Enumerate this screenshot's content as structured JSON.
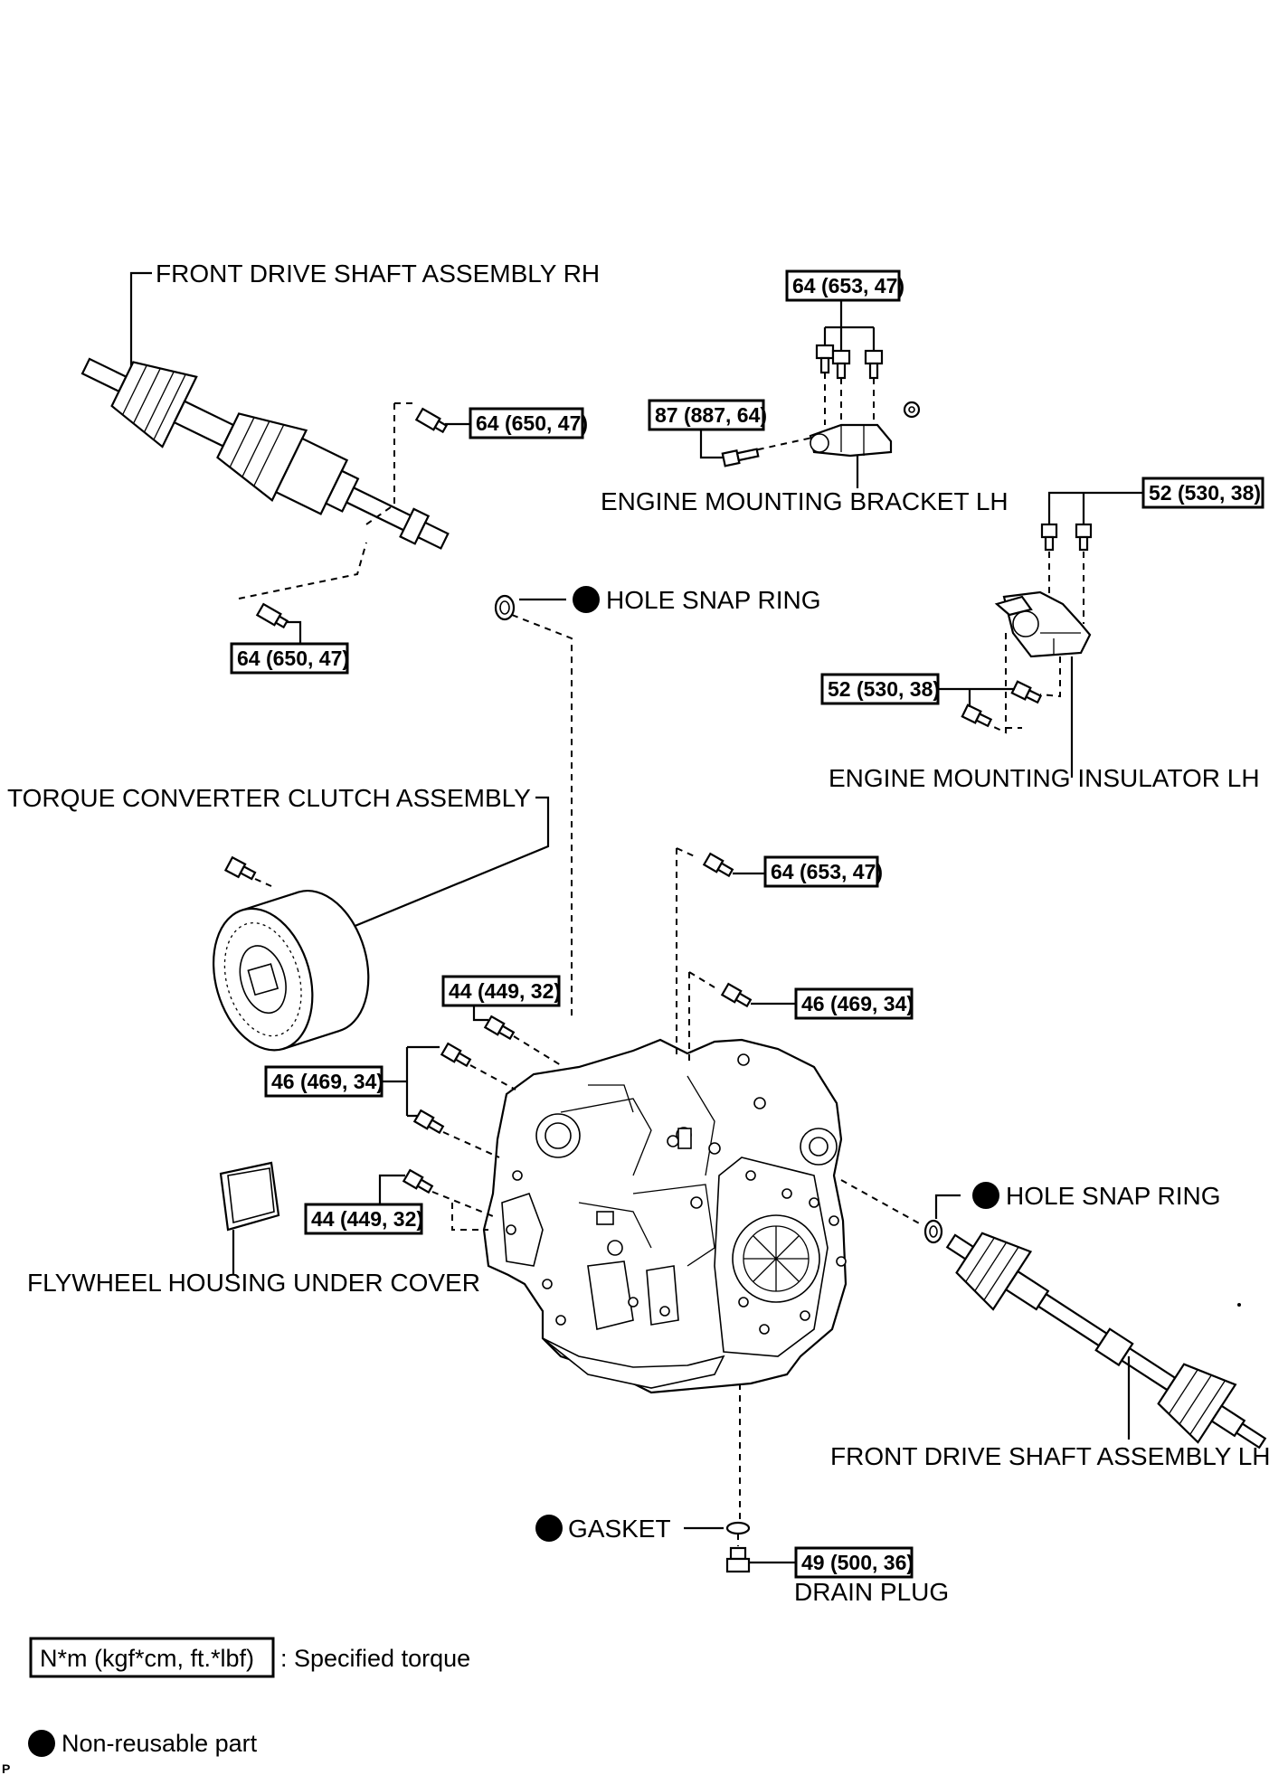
{
  "labels": {
    "front_drive_shaft_rh": "FRONT DRIVE SHAFT ASSEMBLY RH",
    "engine_mounting_bracket_lh": "ENGINE MOUNTING BRACKET LH",
    "hole_snap_ring_upper": "HOLE SNAP RING",
    "engine_mounting_insulator_lh": "ENGINE MOUNTING INSULATOR LH",
    "torque_converter_clutch": "TORQUE CONVERTER CLUTCH ASSEMBLY",
    "hole_snap_ring_lower": "HOLE SNAP RING",
    "flywheel_housing_under_cover": "FLYWHEEL HOUSING UNDER COVER",
    "front_drive_shaft_lh": "FRONT DRIVE SHAFT ASSEMBLY LH",
    "gasket": "GASKET",
    "drain_plug": "DRAIN PLUG"
  },
  "torques": {
    "bracket_top": "64 (653, 47)",
    "bracket_bolt": "87 (887, 64)",
    "shaft_rh_upper": "64 (650, 47)",
    "shaft_rh_lower": "64 (650, 47)",
    "insulator_top": "52 (530, 38)",
    "insulator_side": "52 (530, 38)",
    "trans_top": "64 (653, 47)",
    "trans_right": "46 (469, 34)",
    "trans_upper_left": "44 (449, 32)",
    "trans_left": "46 (469, 34)",
    "trans_lower_left": "44 (449, 32)",
    "drain_plug": "49 (500, 36)"
  },
  "legend": {
    "torque_box": "N*m (kgf*cm, ft.*lbf)",
    "torque_text": ": Specified torque",
    "non_reusable": "Non-reusable part"
  },
  "corner_mark": "P"
}
